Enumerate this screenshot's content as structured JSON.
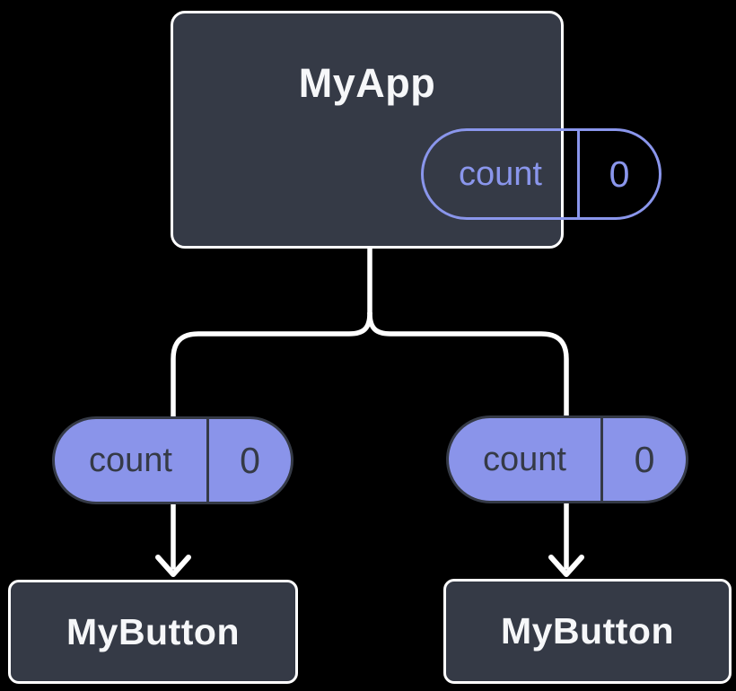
{
  "colors": {
    "background": "#000000",
    "node_fill": "#353A46",
    "node_border": "#FFFFFF",
    "node_text": "#F6F7F9",
    "purple": "#8A96EC",
    "purple_fill": "#8A94EA",
    "dark_text": "#353A46",
    "line": "#FFFFFF"
  },
  "diagram": {
    "root": {
      "title": "MyApp",
      "state": {
        "name": "count",
        "value": "0"
      }
    },
    "passed_props": [
      {
        "name": "count",
        "value": "0"
      },
      {
        "name": "count",
        "value": "0"
      }
    ],
    "children": [
      {
        "title": "MyButton"
      },
      {
        "title": "MyButton"
      }
    ]
  }
}
